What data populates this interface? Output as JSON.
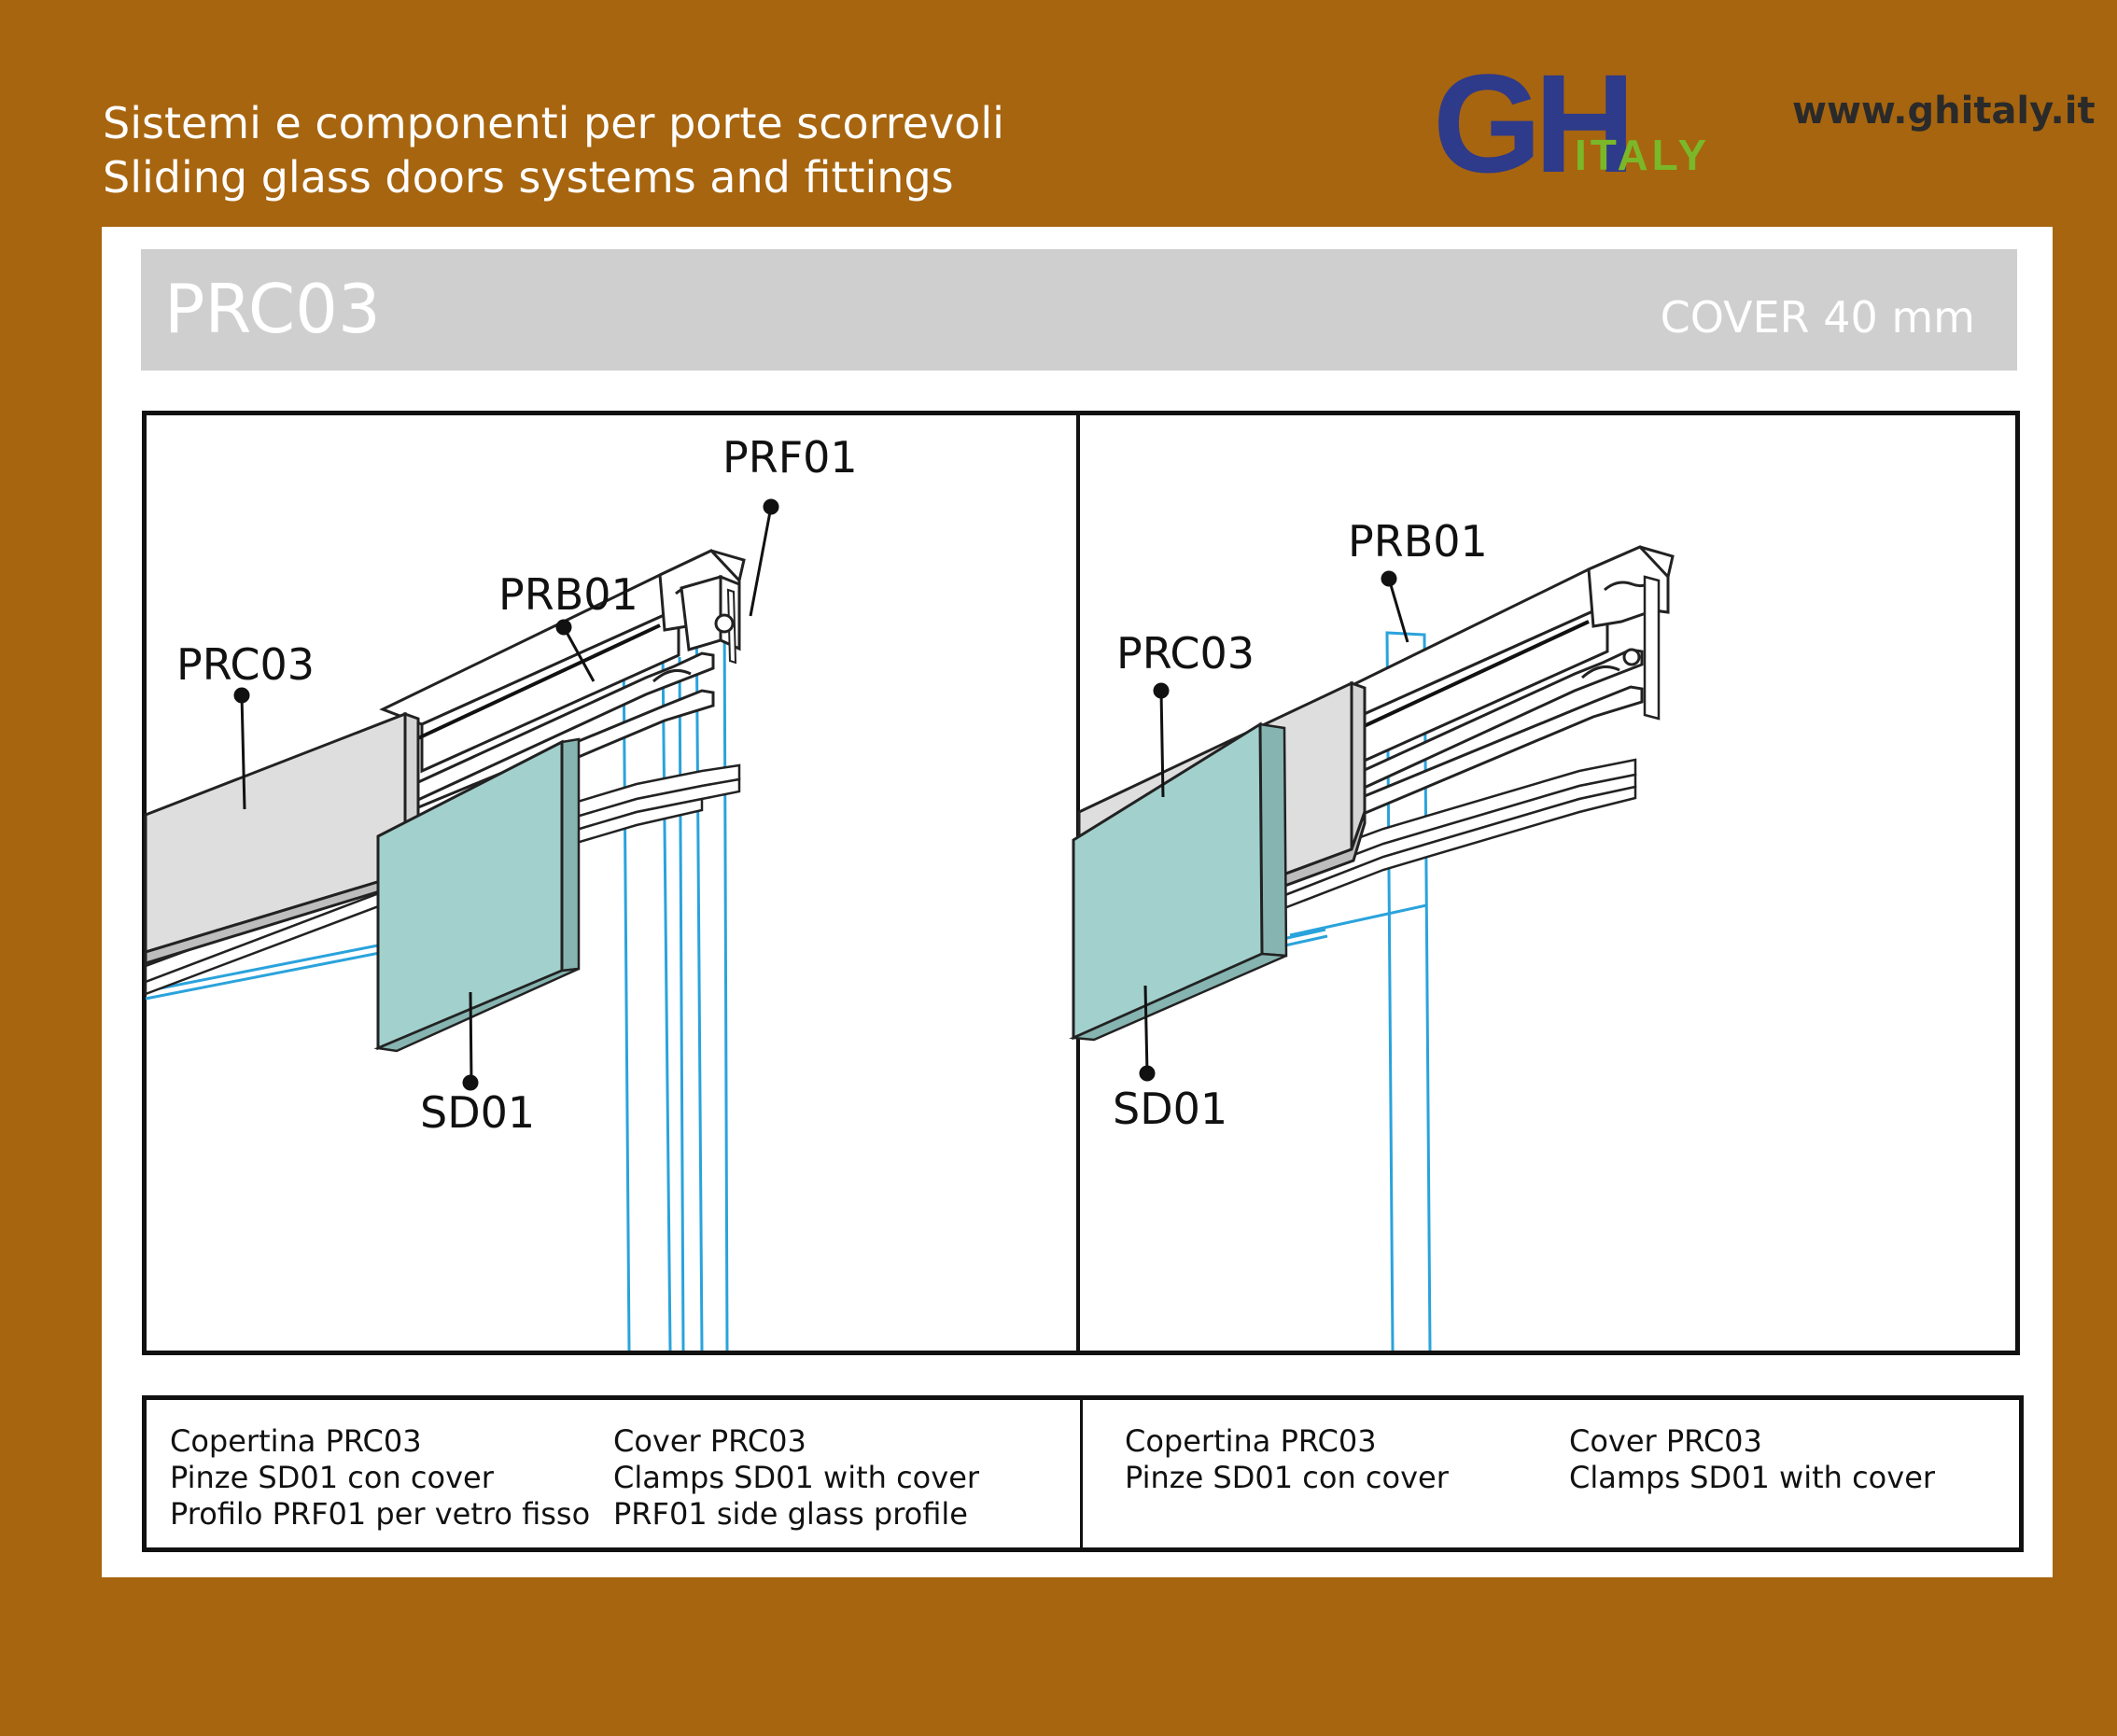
{
  "header": {
    "subtitle_it": "Sistemi e componenti per porte scorrevoli",
    "subtitle_en": "Sliding glass doors systems and fittings",
    "logo": {
      "gh": "GH",
      "italy": "ITALY",
      "colors": {
        "gh": "#2e3a8a",
        "italy": "#7ab829"
      }
    },
    "website": "www.ghitaly.it"
  },
  "title_bar": {
    "code": "PRC03",
    "cover": "COVER 40 mm"
  },
  "colors": {
    "background": "#a7650f",
    "glass": "#a2d0cd",
    "glass_line": "#2aa3dc",
    "cover": "#dedede",
    "title_bar": "#cfcfcf"
  },
  "panels": [
    {
      "labels": {
        "prc03": "PRC03",
        "prb01": "PRB01",
        "prf01": "PRF01",
        "sd01": "SD01"
      }
    },
    {
      "labels": {
        "prc03": "PRC03",
        "prb01": "PRB01",
        "sd01": "SD01"
      }
    }
  ],
  "captions": [
    {
      "italian": [
        "Copertina PRC03",
        "Pinze SD01 con cover",
        "Profilo PRF01 per vetro fisso"
      ],
      "english": [
        "Cover PRC03",
        "Clamps SD01 with cover",
        "PRF01 side glass profile"
      ]
    },
    {
      "italian": [
        "Copertina PRC03",
        "Pinze SD01 con cover"
      ],
      "english": [
        "Cover PRC03",
        "Clamps SD01 with cover"
      ]
    }
  ]
}
